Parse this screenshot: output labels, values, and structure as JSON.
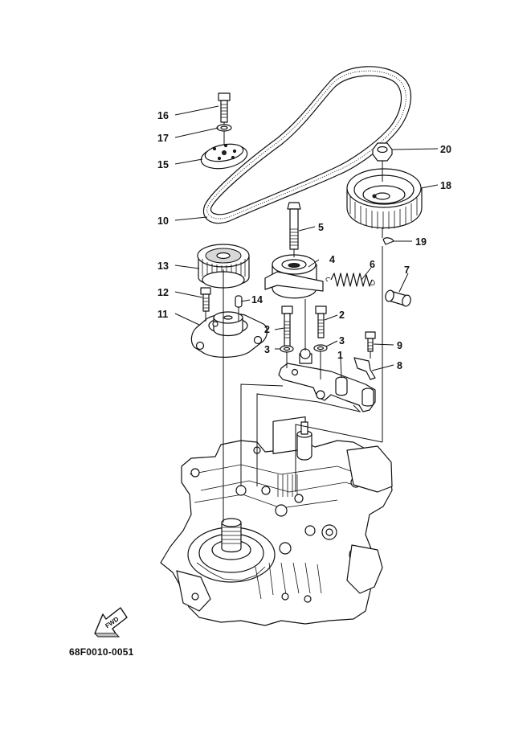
{
  "diagram_code": "68F0010-0051",
  "direction_label": "FWD",
  "callouts": [
    {
      "id": "c16",
      "label": "16"
    },
    {
      "id": "c17",
      "label": "17"
    },
    {
      "id": "c15",
      "label": "15"
    },
    {
      "id": "c10",
      "label": "10"
    },
    {
      "id": "c13",
      "label": "13"
    },
    {
      "id": "c12",
      "label": "12"
    },
    {
      "id": "c14",
      "label": "14"
    },
    {
      "id": "c11",
      "label": "11"
    },
    {
      "id": "c5",
      "label": "5"
    },
    {
      "id": "c4",
      "label": "4"
    },
    {
      "id": "c6",
      "label": "6"
    },
    {
      "id": "c7",
      "label": "7"
    },
    {
      "id": "c2a",
      "label": "2"
    },
    {
      "id": "c2b",
      "label": "2"
    },
    {
      "id": "c3a",
      "label": "3"
    },
    {
      "id": "c3b",
      "label": "3"
    },
    {
      "id": "c1",
      "label": "1"
    },
    {
      "id": "c9",
      "label": "9"
    },
    {
      "id": "c8",
      "label": "8"
    },
    {
      "id": "c20",
      "label": "20"
    },
    {
      "id": "c18",
      "label": "18"
    },
    {
      "id": "c19",
      "label": "19"
    }
  ],
  "icons": {
    "fwd_arrow": "fwd-arrow-icon"
  }
}
